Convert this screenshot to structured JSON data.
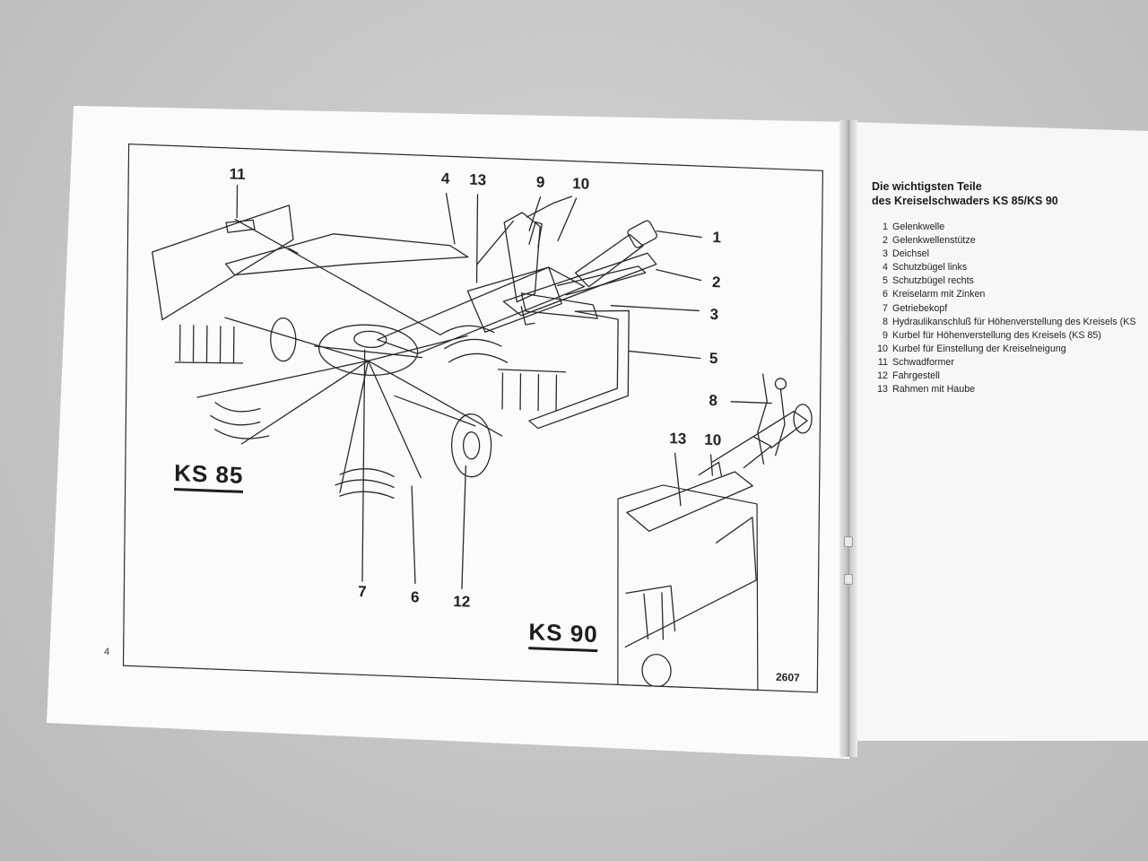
{
  "left_page": {
    "page_number": "4",
    "figure_number": "2607",
    "model_labels": {
      "main": "KS 85",
      "inset": "KS 90"
    },
    "callouts": [
      {
        "id": "c11",
        "text": "11"
      },
      {
        "id": "c4",
        "text": "4"
      },
      {
        "id": "c13",
        "text": "13"
      },
      {
        "id": "c9",
        "text": "9"
      },
      {
        "id": "c10",
        "text": "10"
      },
      {
        "id": "c1",
        "text": "1"
      },
      {
        "id": "c2",
        "text": "2"
      },
      {
        "id": "c3",
        "text": "3"
      },
      {
        "id": "c5",
        "text": "5"
      },
      {
        "id": "c8",
        "text": "8"
      },
      {
        "id": "c13b",
        "text": "13"
      },
      {
        "id": "c10b",
        "text": "10"
      },
      {
        "id": "c7",
        "text": "7"
      },
      {
        "id": "c6",
        "text": "6"
      },
      {
        "id": "c12",
        "text": "12"
      }
    ]
  },
  "right_page": {
    "title_line1": "Die wichtigsten Teile",
    "title_line2": "des Kreiselschwaders KS 85/KS 90",
    "parts": [
      {
        "num": "1",
        "label": "Gelenkwelle"
      },
      {
        "num": "2",
        "label": "Gelenkwellenstütze"
      },
      {
        "num": "3",
        "label": "Deichsel"
      },
      {
        "num": "4",
        "label": "Schutzbügel links"
      },
      {
        "num": "5",
        "label": "Schutzbügel rechts"
      },
      {
        "num": "6",
        "label": "Kreiselarm mit Zinken"
      },
      {
        "num": "7",
        "label": "Getriebekopf"
      },
      {
        "num": "8",
        "label": "Hydraulikanschluß für Höhenverstellung des Kreisels (KS"
      },
      {
        "num": "9",
        "label": "Kurbel für Höhenverstellung des Kreisels (KS 85)"
      },
      {
        "num": "10",
        "label": "Kurbel für Einstellung der Kreiselneigung"
      },
      {
        "num": "11",
        "label": "Schwadformer"
      },
      {
        "num": "12",
        "label": "Fahrgestell"
      },
      {
        "num": "13",
        "label": "Rahmen mit Haube"
      }
    ]
  }
}
